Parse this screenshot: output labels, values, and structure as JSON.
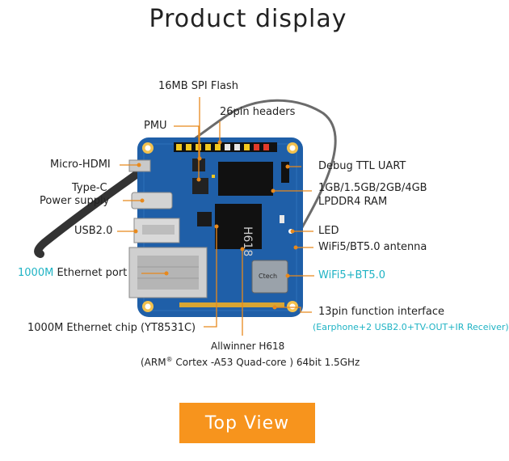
{
  "title": "Product display",
  "labels": {
    "spi_flash": "16MB SPI Flash",
    "headers": "26pin headers",
    "pmu": "PMU",
    "micro_hdmi": "Micro-HDMI",
    "typec_1": "Type-C",
    "typec_2": "Power supply",
    "usb": "USB2.0",
    "eth_port_prefix": "1000M",
    "eth_port_suffix": " Ethernet port",
    "uart": "Debug TTL UART",
    "ram_1": "1GB/1.5GB/2GB/4GB",
    "ram_2": "LPDDR4 RAM",
    "led": "LED",
    "antenna": "WiFi5/BT5.0 antenna",
    "wifi": "WiFi5+BT5.0",
    "func_if": "13pin function interface",
    "func_if_sub": "(Earphone+2 USB2.0+TV-OUT+IR Receiver)",
    "eth_chip": "1000M Ethernet chip (YT8531C)",
    "soc_1": "Allwinner H618",
    "soc_2_a": "(ARM",
    "soc_2_reg": "®",
    "soc_2_b": " Cortex -A53 Quad-core ) 64bit 1.5GHz"
  },
  "chips": {
    "soc": "H618",
    "wifi_chip": "Ctech"
  },
  "button": {
    "label": "Top View"
  },
  "colors": {
    "board": "#1f5fa8",
    "accent": "#f7941d",
    "teal": "#1fb3c4",
    "leader": "#e8891c"
  }
}
